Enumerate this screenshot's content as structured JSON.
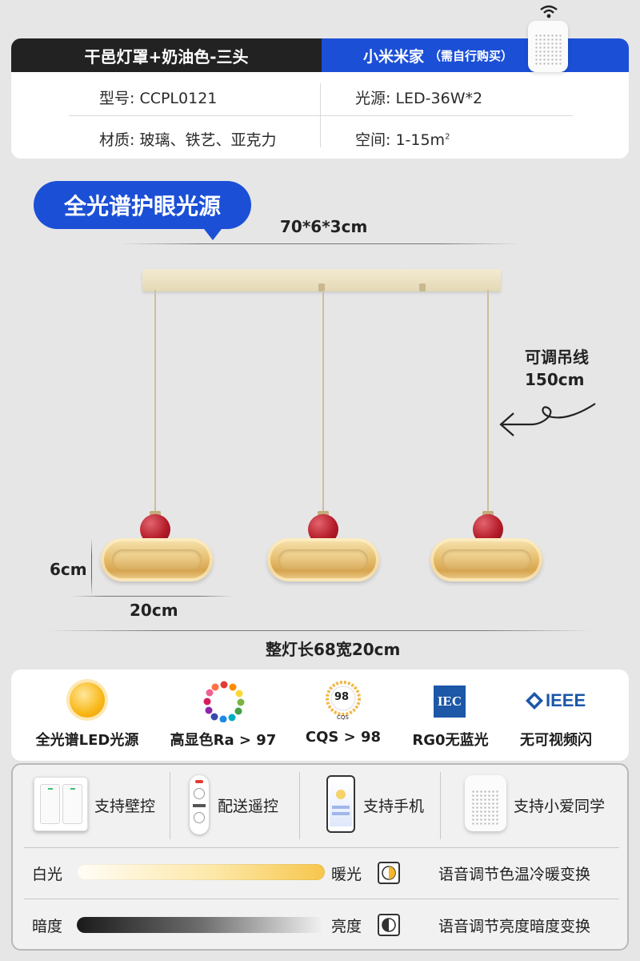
{
  "spec": {
    "header_left": "干邑灯罩+奶油色-三头",
    "header_right_brand": "小米米家",
    "header_right_note": "（需自行购买）",
    "model": "型号:  CCPL0121",
    "light_source": "光源: LED-36W*2",
    "material": "材质:  玻璃、铁艺、亚克力",
    "space": "空间: 1-15m",
    "space_sup": "2"
  },
  "product": {
    "badge": "全光谱护眼光源",
    "canopy_dim": "70*6*3cm",
    "hang_title": "可调吊线",
    "hang_length": "150cm",
    "shade_height": "6cm",
    "shade_width": "20cm",
    "total_size": "整灯长68宽20cm"
  },
  "features": [
    {
      "label": "全光谱LED光源",
      "icon": "sun-icon"
    },
    {
      "label": "高显色Ra > 97",
      "icon": "color-wheel-icon"
    },
    {
      "label": "CQS > 98",
      "icon": "cqs-icon",
      "icon_text": "98",
      "icon_sub": "CQS"
    },
    {
      "label": "RG0无蓝光",
      "icon": "iec-logo",
      "icon_text": "IEC"
    },
    {
      "label": "无可视频闪",
      "icon": "ieee-logo",
      "icon_text": "IEEE"
    }
  ],
  "controls": {
    "items": [
      {
        "label": "支持壁控",
        "icon": "wall-switch-icon"
      },
      {
        "label": "配送遥控",
        "icon": "remote-icon"
      },
      {
        "label": "支持手机",
        "icon": "phone-icon"
      },
      {
        "label": "支持小爱同学",
        "icon": "smart-speaker-icon"
      }
    ],
    "temp": {
      "left": "白光",
      "right": "暖光",
      "desc": "语音调节色温冷暖变换"
    },
    "brightness": {
      "left": "暗度",
      "right": "亮度",
      "desc": "语音调节亮度暗度变换"
    }
  },
  "colors": {
    "accent_blue": "#1b4fd6",
    "header_dark": "#222222",
    "ball_red": "#b51d2a",
    "shade_amber": "#e7c173"
  }
}
